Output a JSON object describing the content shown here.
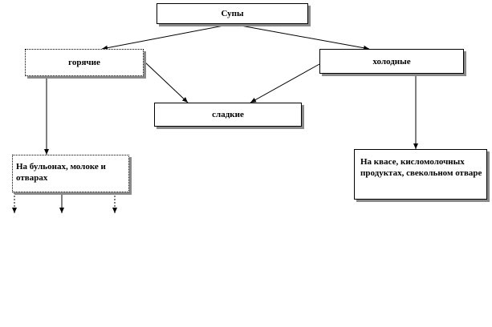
{
  "diagram": {
    "root": {
      "label": "Супы"
    },
    "hot": {
      "label": "горячие"
    },
    "cold": {
      "label": "холодные"
    },
    "sweet": {
      "label": "сладкие"
    },
    "hot_sub": {
      "label": "На бульонах, молоке и отварах"
    },
    "cold_sub": {
      "label": "На квасе, кисломолочных продуктах, свекольном отваре"
    }
  },
  "colors": {
    "stroke": "#000000",
    "shadow": "#8a8a8a",
    "background": "#ffffff"
  }
}
